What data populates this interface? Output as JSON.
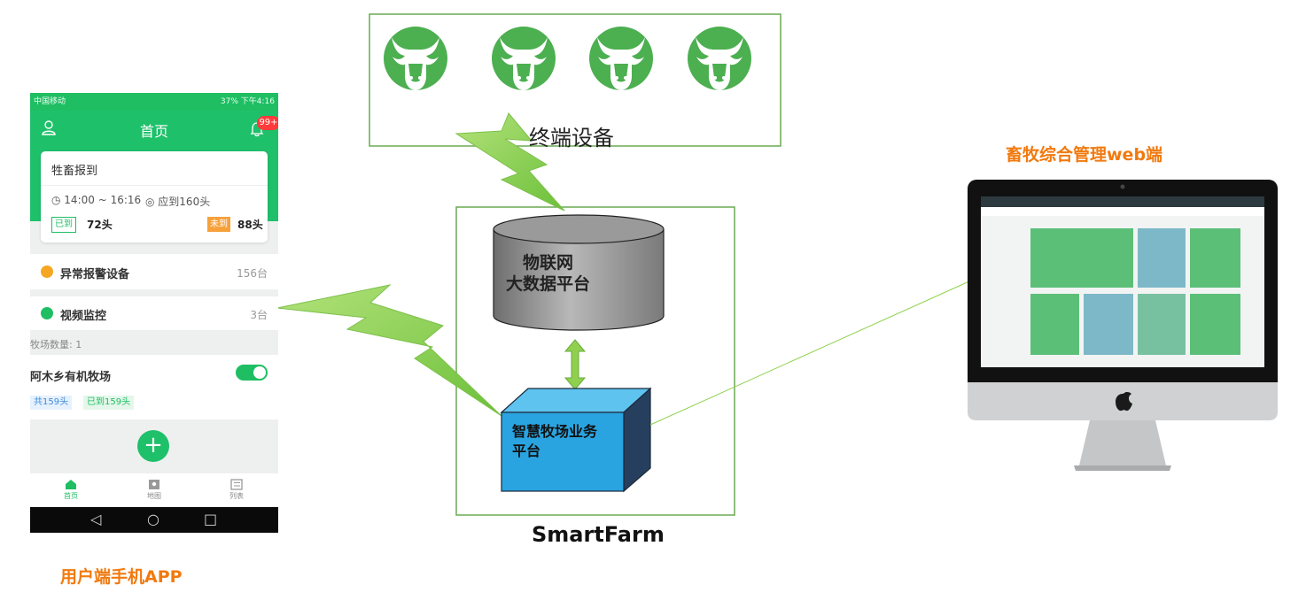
{
  "phone": {
    "status_left": "中国移动",
    "status_right": "37%  下午4:16",
    "title": "首页",
    "badge": "99+",
    "card": {
      "title": "牲畜报到",
      "time": "14:00 ~ 16:16",
      "due": "应到160头",
      "arrived_tag": "已到",
      "arrived_count": "72头",
      "absent_tag": "未到",
      "absent_count": "88头"
    },
    "alarm": {
      "label": "异常报警设备",
      "value": "156台",
      "color": "#f5a623"
    },
    "video": {
      "label": "视频监控",
      "value": "3台",
      "color": "#1fbe63"
    },
    "farm_count": "牧场数量: 1",
    "farm": {
      "name": "阿木乡有机牧场",
      "total": "共159头",
      "arrived": "已到159头"
    },
    "fab": "+",
    "tabs": [
      "首页",
      "地图",
      "列表"
    ]
  },
  "captions": {
    "app": "用户端手机APP",
    "web": "畜牧综合管理web端",
    "smartfarm": "SmartFarm",
    "terminal": "终端设备",
    "iot_line1": "物联网",
    "iot_line2": "大数据平台",
    "biz_line1": "智慧牧场业务",
    "biz_line2": "平台"
  },
  "colors": {
    "phone_green": "#1fc06a",
    "frame_green": "#6aaa52",
    "cow_green": "#4caf50",
    "bolt_fill": "#8fd14f",
    "orange": "#f17a0f",
    "box_blue": "#2aa4e0",
    "cylinder_gray": "#8a8a8a"
  }
}
